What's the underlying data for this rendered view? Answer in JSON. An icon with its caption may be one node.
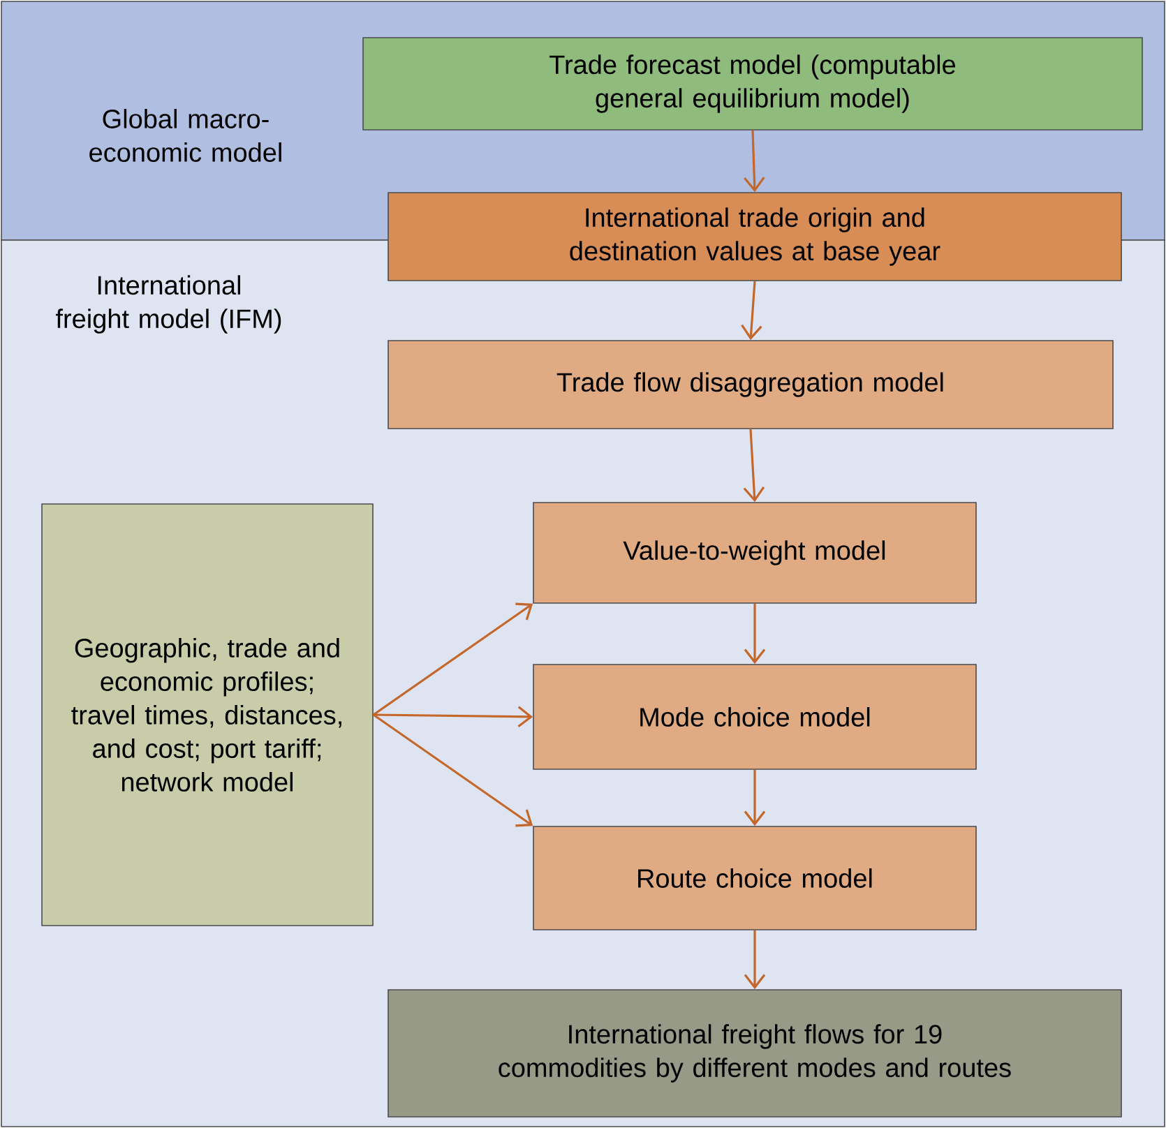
{
  "diagram": {
    "nodes": [
      {
        "text": [
          "Global macro-economic model"
        ]
      },
      {
        "text": [
          "International freight model (IFM)"
        ]
      },
      {
        "text": [
          "Trade forecast model (computable general equilibrium model)"
        ],
        "in": 0
      },
      {
        "text": [
          "International trade origin and destination values at base year"
        ]
      },
      {
        "text": [
          "Trade flow disaggregation model"
        ],
        "in": 1
      },
      {
        "text": [
          "Value-to-weight model"
        ],
        "in": 1
      },
      {
        "text": [
          "Mode choice model"
        ],
        "in": 1
      },
      {
        "text": [
          "Route choice model"
        ],
        "in": 1
      },
      {
        "text": [
          "International freight flows for 19 commodities by different modes and routes"
        ],
        "in": 1
      },
      {
        "text": [
          "Geographic, trade and economic profiles; travel times, distances, and cost; port tariff; network model"
        ],
        "in": 1
      }
    ],
    "edges": [
      {
        "from": 2,
        "to": 3,
        "arrow": "to"
      },
      {
        "from": 3,
        "to": 4,
        "arrow": "to"
      },
      {
        "from": 4,
        "to": 5,
        "arrow": "to"
      },
      {
        "from": 5,
        "to": 6,
        "arrow": "to"
      },
      {
        "from": 6,
        "to": 7,
        "arrow": "to"
      },
      {
        "from": 7,
        "to": 8,
        "arrow": "to"
      },
      {
        "from": 9,
        "to": 5,
        "arrow": "to"
      },
      {
        "from": 9,
        "to": 6,
        "arrow": "to"
      },
      {
        "from": 9,
        "to": 7,
        "arrow": "to"
      }
    ]
  }
}
